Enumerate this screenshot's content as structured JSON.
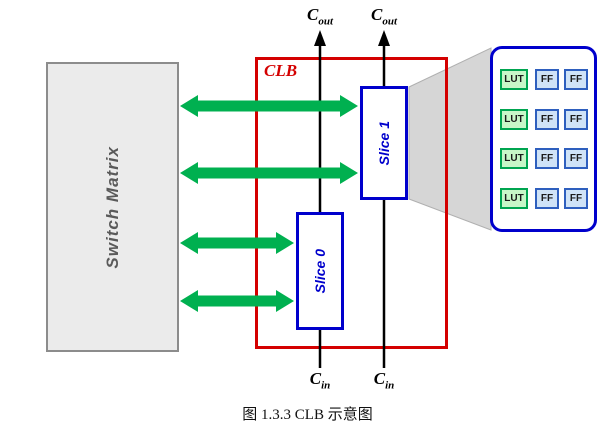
{
  "caption": "图  1.3.3 CLB 示意图",
  "switch_matrix": {
    "label": "Switch Matrix"
  },
  "clb": {
    "label": "CLB"
  },
  "slices": {
    "slice0": "Slice 0",
    "slice1": "Slice 1"
  },
  "signals": {
    "cout": {
      "base": "C",
      "sub": "out"
    },
    "cin": {
      "base": "C",
      "sub": "in"
    }
  },
  "zoom_detail": {
    "rows": [
      {
        "lut": "LUT",
        "ff1": "FF",
        "ff2": "FF"
      },
      {
        "lut": "LUT",
        "ff1": "FF",
        "ff2": "FF"
      },
      {
        "lut": "LUT",
        "ff1": "FF",
        "ff2": "FF"
      },
      {
        "lut": "LUT",
        "ff1": "FF",
        "ff2": "FF"
      }
    ]
  },
  "colors": {
    "clb_border": "#d40000",
    "slice_border": "#0000cc",
    "bus_arrow_green": "#00b050",
    "carry_line": "#000000",
    "switch_matrix_fill": "#ebebeb",
    "switch_matrix_border": "#8c8c8c",
    "lut_fill": "#c8f7c8",
    "lut_border": "#00a550",
    "ff_fill": "#cfe3f7",
    "ff_border": "#2e5fbe",
    "callout_fill": "#d6d6d6"
  }
}
